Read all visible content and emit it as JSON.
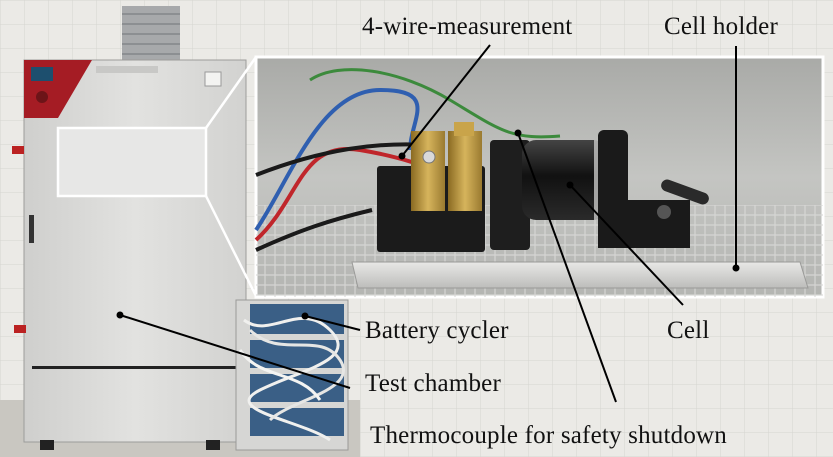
{
  "labels": {
    "four_wire": "4-wire-measurement",
    "cell_holder": "Cell holder",
    "battery_cycler": "Battery cycler",
    "cell": "Cell",
    "test_chamber": "Test chamber",
    "thermocouple": "Thermocouple for safety shutdown"
  },
  "colors": {
    "wall_tile": "#e9e8e4",
    "chamber_body": "#dcdcda",
    "chamber_red": "#a51c24",
    "inset_background": "#b8b9b6",
    "brass": "#b8933a",
    "cell_black": "#1a1a1a",
    "cycler_blue": "#3a5f86"
  }
}
